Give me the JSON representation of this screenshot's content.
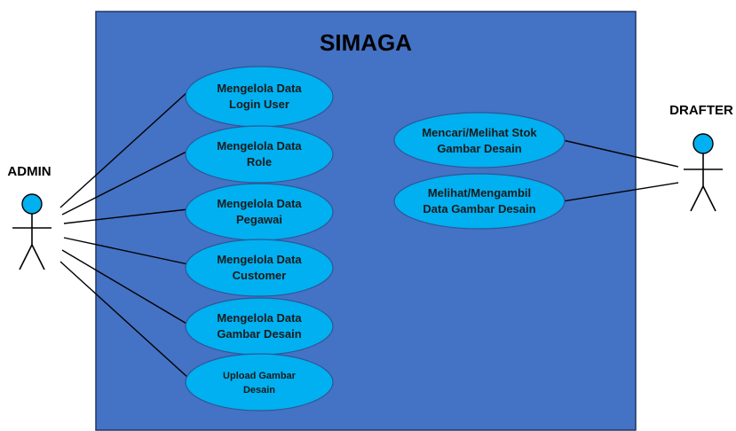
{
  "system": {
    "title": "SIMAGA"
  },
  "actors": {
    "admin": {
      "label": "ADMIN"
    },
    "drafter": {
      "label": "DRAFTER"
    }
  },
  "use_cases": {
    "admin": [
      {
        "line1": "Mengelola Data",
        "line2": "Login User"
      },
      {
        "line1": "Mengelola Data",
        "line2": "Role"
      },
      {
        "line1": "Mengelola Data",
        "line2": "Pegawai"
      },
      {
        "line1": "Mengelola Data",
        "line2": "Customer"
      },
      {
        "line1": "Mengelola Data",
        "line2": "Gambar Desain"
      },
      {
        "line1": "Upload Gambar",
        "line2": "Desain"
      }
    ],
    "drafter": [
      {
        "line1": "Mencari/Melihat Stok",
        "line2": "Gambar Desain"
      },
      {
        "line1": "Melihat/Mengambil",
        "line2": "Data Gambar Desain"
      }
    ]
  },
  "colors": {
    "system_fill": "#4472c4",
    "use_case_fill": "#00b0f0",
    "actor_head_fill": "#00b0f0",
    "line": "#000000"
  }
}
